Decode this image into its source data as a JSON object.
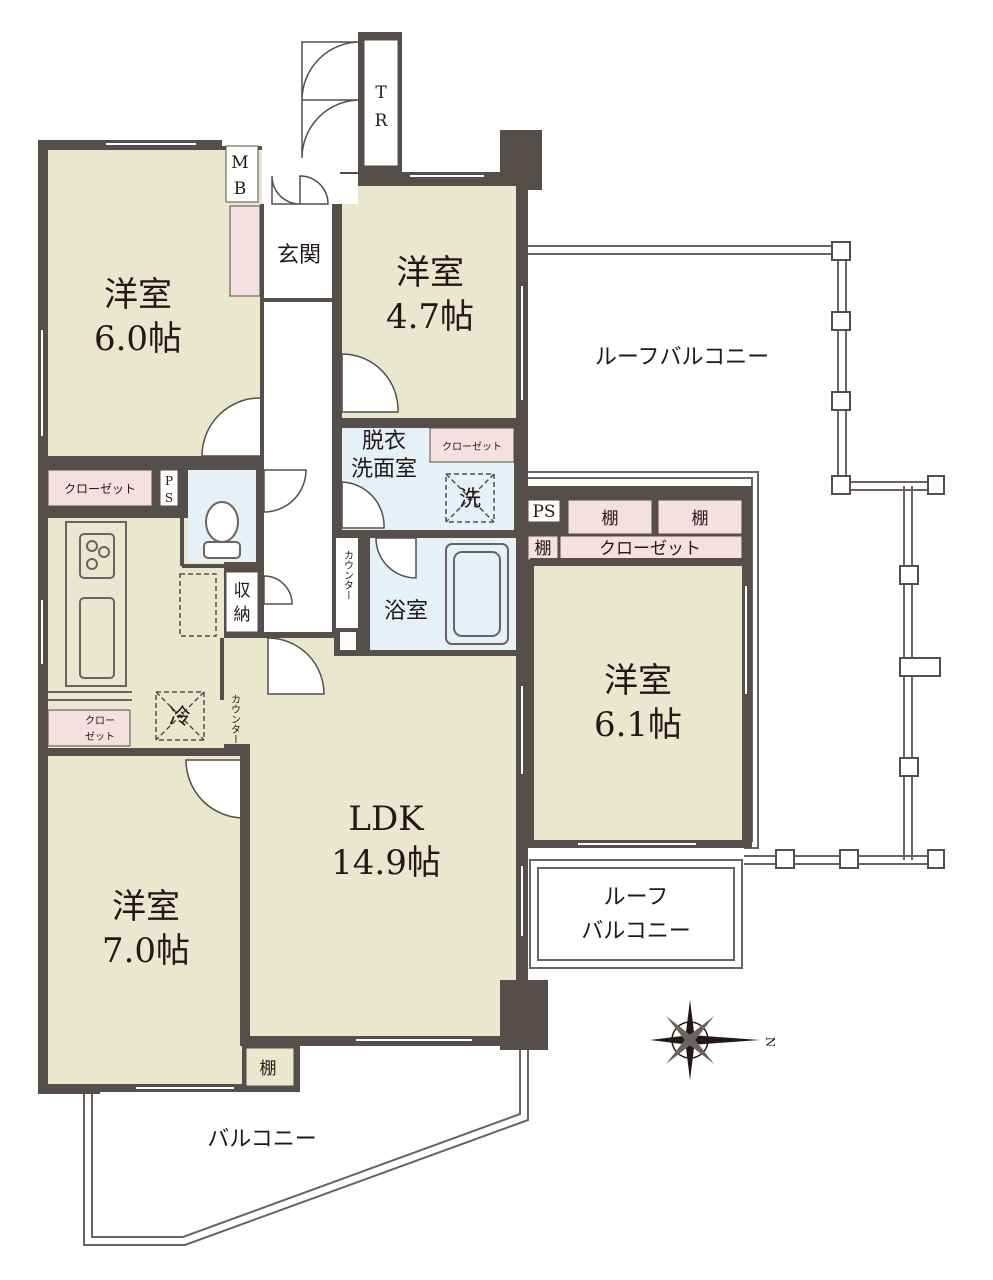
{
  "colors": {
    "wall": "#554e4a",
    "room": "#e9e8cf",
    "wet": "#e6f0f7",
    "closet": "#f6dfe1",
    "hall": "#ffffff",
    "outline": "#6b6360",
    "text": "#231815"
  },
  "rooms": {
    "western_6_0": {
      "name": "洋室",
      "size": "6.0帖"
    },
    "western_4_7": {
      "name": "洋室",
      "size": "4.7帖"
    },
    "western_6_1": {
      "name": "洋室",
      "size": "6.1帖"
    },
    "western_7_0": {
      "name": "洋室",
      "size": "7.0帖"
    },
    "ldk": {
      "name": "LDK",
      "size": "14.9帖"
    }
  },
  "labels": {
    "entrance": "玄関",
    "mb_top": "M",
    "mb_bottom": "B",
    "tr_top": "T",
    "tr_bottom": "R",
    "ps_top": "P",
    "ps_bottom": "S",
    "ps_right": "PS",
    "closet": "クローゼット",
    "closet_small_top": "クロー",
    "closet_small_bottom": "ゼット",
    "storage_top": "収",
    "storage_bottom": "納",
    "counter_v": "カウンター",
    "counter_small": "カウンター",
    "dressing_top": "脱衣",
    "dressing_bottom": "洗面室",
    "washer": "洗",
    "fridge": "冷",
    "bath": "浴室",
    "shelf": "棚",
    "roof_balcony_main": "ルーフバルコニー",
    "roof_balcony_small_top": "ルーフ",
    "roof_balcony_small_bottom": "バルコニー",
    "balcony": "バルコニー",
    "north": "N"
  }
}
